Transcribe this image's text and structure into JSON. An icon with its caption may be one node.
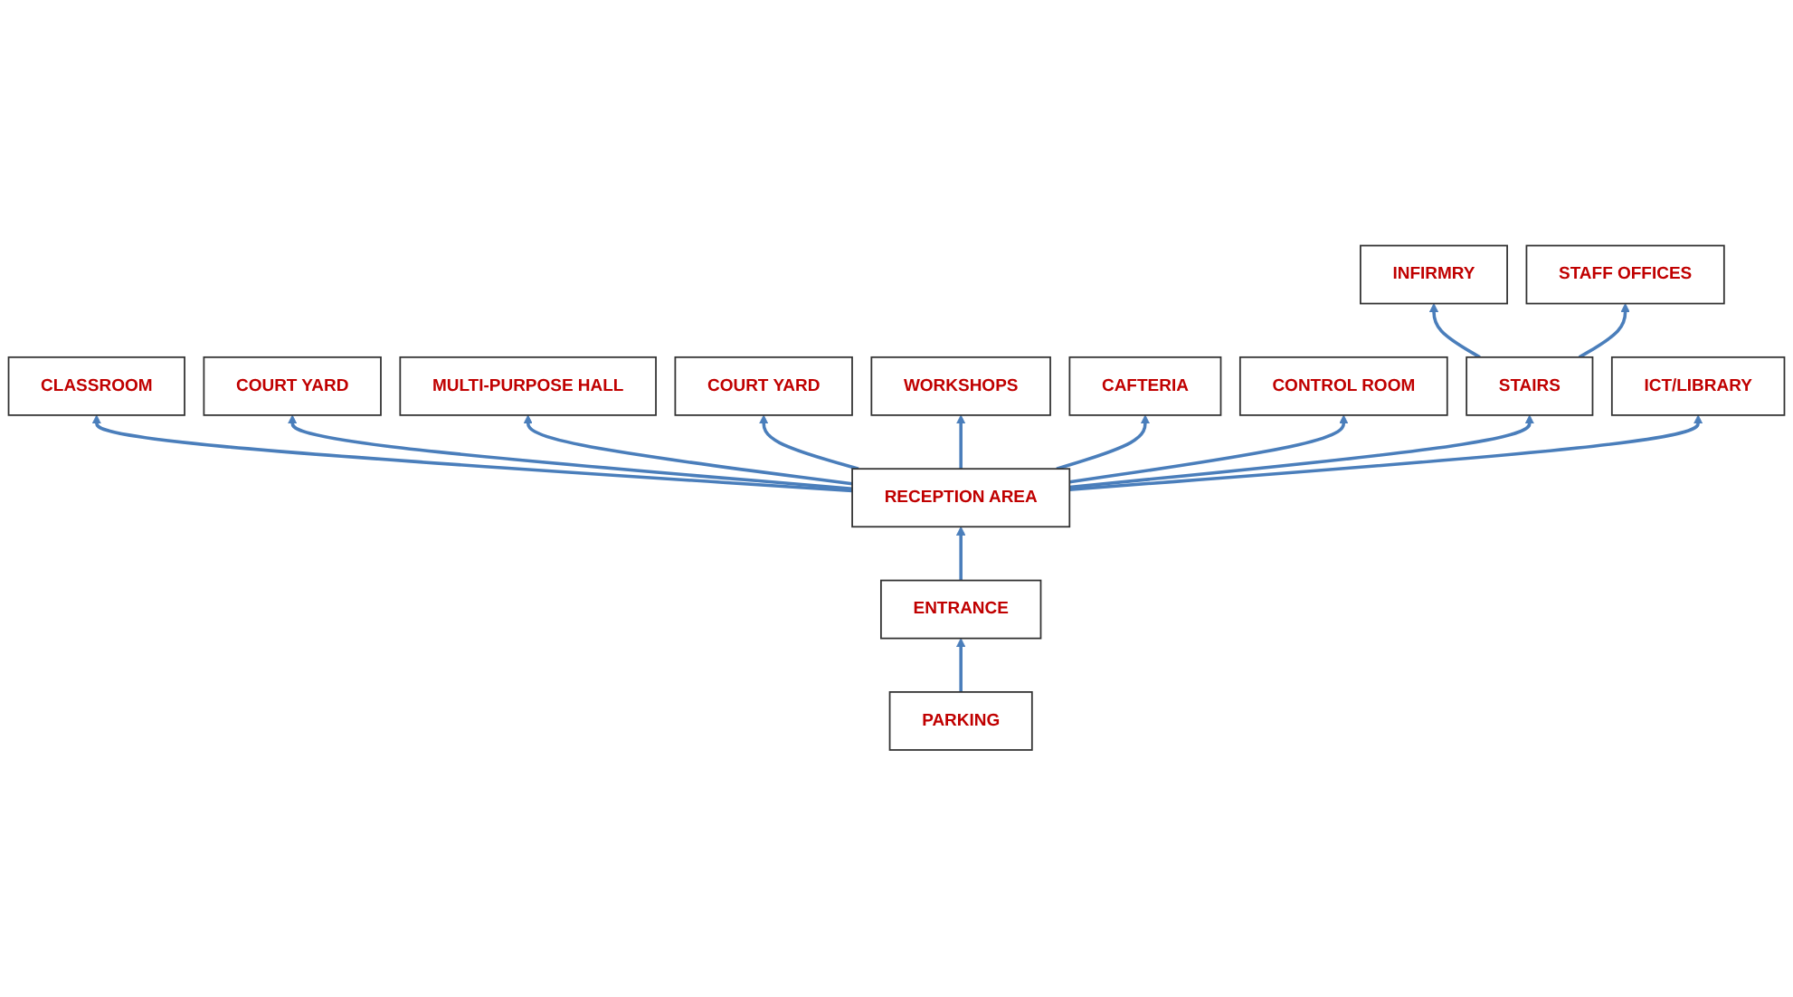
{
  "diagram": {
    "nodes": [
      {
        "text": [
          "CLASSROOM"
        ]
      },
      {
        "text": [
          "COURT YARD"
        ]
      },
      {
        "text": [
          "MULTI-PURPOSE HALL"
        ]
      },
      {
        "text": [
          "COURT YARD"
        ]
      },
      {
        "text": [
          "WORKSHOPS"
        ]
      },
      {
        "text": [
          "CAFTERIA"
        ]
      },
      {
        "text": [
          "RECEPTION AREA"
        ]
      },
      {
        "text": [
          "CONTROL ROOM"
        ]
      },
      {
        "text": [
          "INFIRMRY"
        ]
      },
      {
        "text": [
          "STAIRS"
        ]
      },
      {
        "text": [
          "ICT/LIBRARY"
        ]
      },
      {
        "text": [
          "STAFF OFFICES"
        ]
      },
      {
        "text": [
          "ENTRANCE"
        ]
      },
      {
        "text": [
          "PARKING"
        ]
      }
    ],
    "edges": [
      {
        "from": 6,
        "to": 0,
        "arrow": "to"
      },
      {
        "from": 6,
        "to": 1,
        "arrow": "to"
      },
      {
        "from": 6,
        "to": 2,
        "arrow": "to"
      },
      {
        "from": 6,
        "to": 5,
        "arrow": "to"
      },
      {
        "from": 6,
        "to": 3,
        "arrow": "to"
      },
      {
        "from": 6,
        "to": 4,
        "arrow": "to"
      },
      {
        "from": 6,
        "to": 7,
        "arrow": "to"
      },
      {
        "from": 6,
        "to": 10,
        "arrow": "to"
      },
      {
        "from": 6,
        "to": 9,
        "arrow": "to"
      },
      {
        "from": 9,
        "to": 8,
        "arrow": "to"
      },
      {
        "from": 9,
        "to": 11,
        "arrow": "to"
      },
      {
        "from": 12,
        "to": 6,
        "arrow": "to"
      },
      {
        "from": 13,
        "to": 12,
        "arrow": "to"
      }
    ]
  }
}
